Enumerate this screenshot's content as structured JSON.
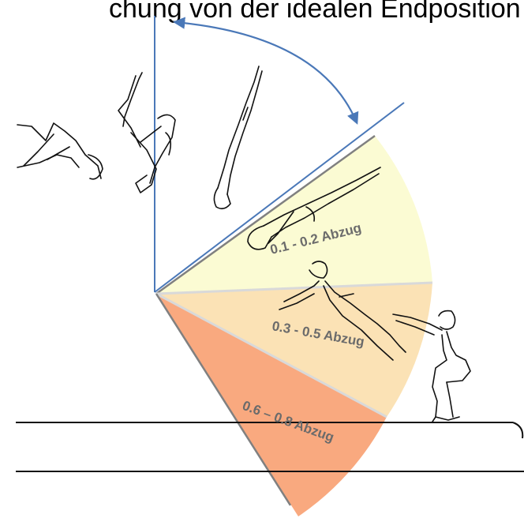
{
  "title": "chung von der idealen Endposition",
  "zones": [
    {
      "label": "0.1 - 0.2 Abzug",
      "color": "#fbfbd3"
    },
    {
      "label": "0.3 - 0.5 Abzug",
      "color": "#fbe2b5"
    },
    {
      "label": "0.6 – 0.8 Abzug",
      "color": "#f9a97f"
    }
  ],
  "colors": {
    "reference_line": "#4a78b8",
    "arc_arrow": "#4a78b8",
    "zone_edge": "#808080",
    "zone_divider": "#d9d9d9",
    "beam": "#111111"
  },
  "icons": {
    "figure_1": "tucked-gymnast-icon",
    "figure_2": "rotating-gymnast-icon",
    "figure_3": "inverted-gymnast-icon",
    "figure_4": "diving-gymnast-icon",
    "figure_5": "arched-gymnast-icon",
    "figure_6": "landing-gymnast-icon"
  }
}
